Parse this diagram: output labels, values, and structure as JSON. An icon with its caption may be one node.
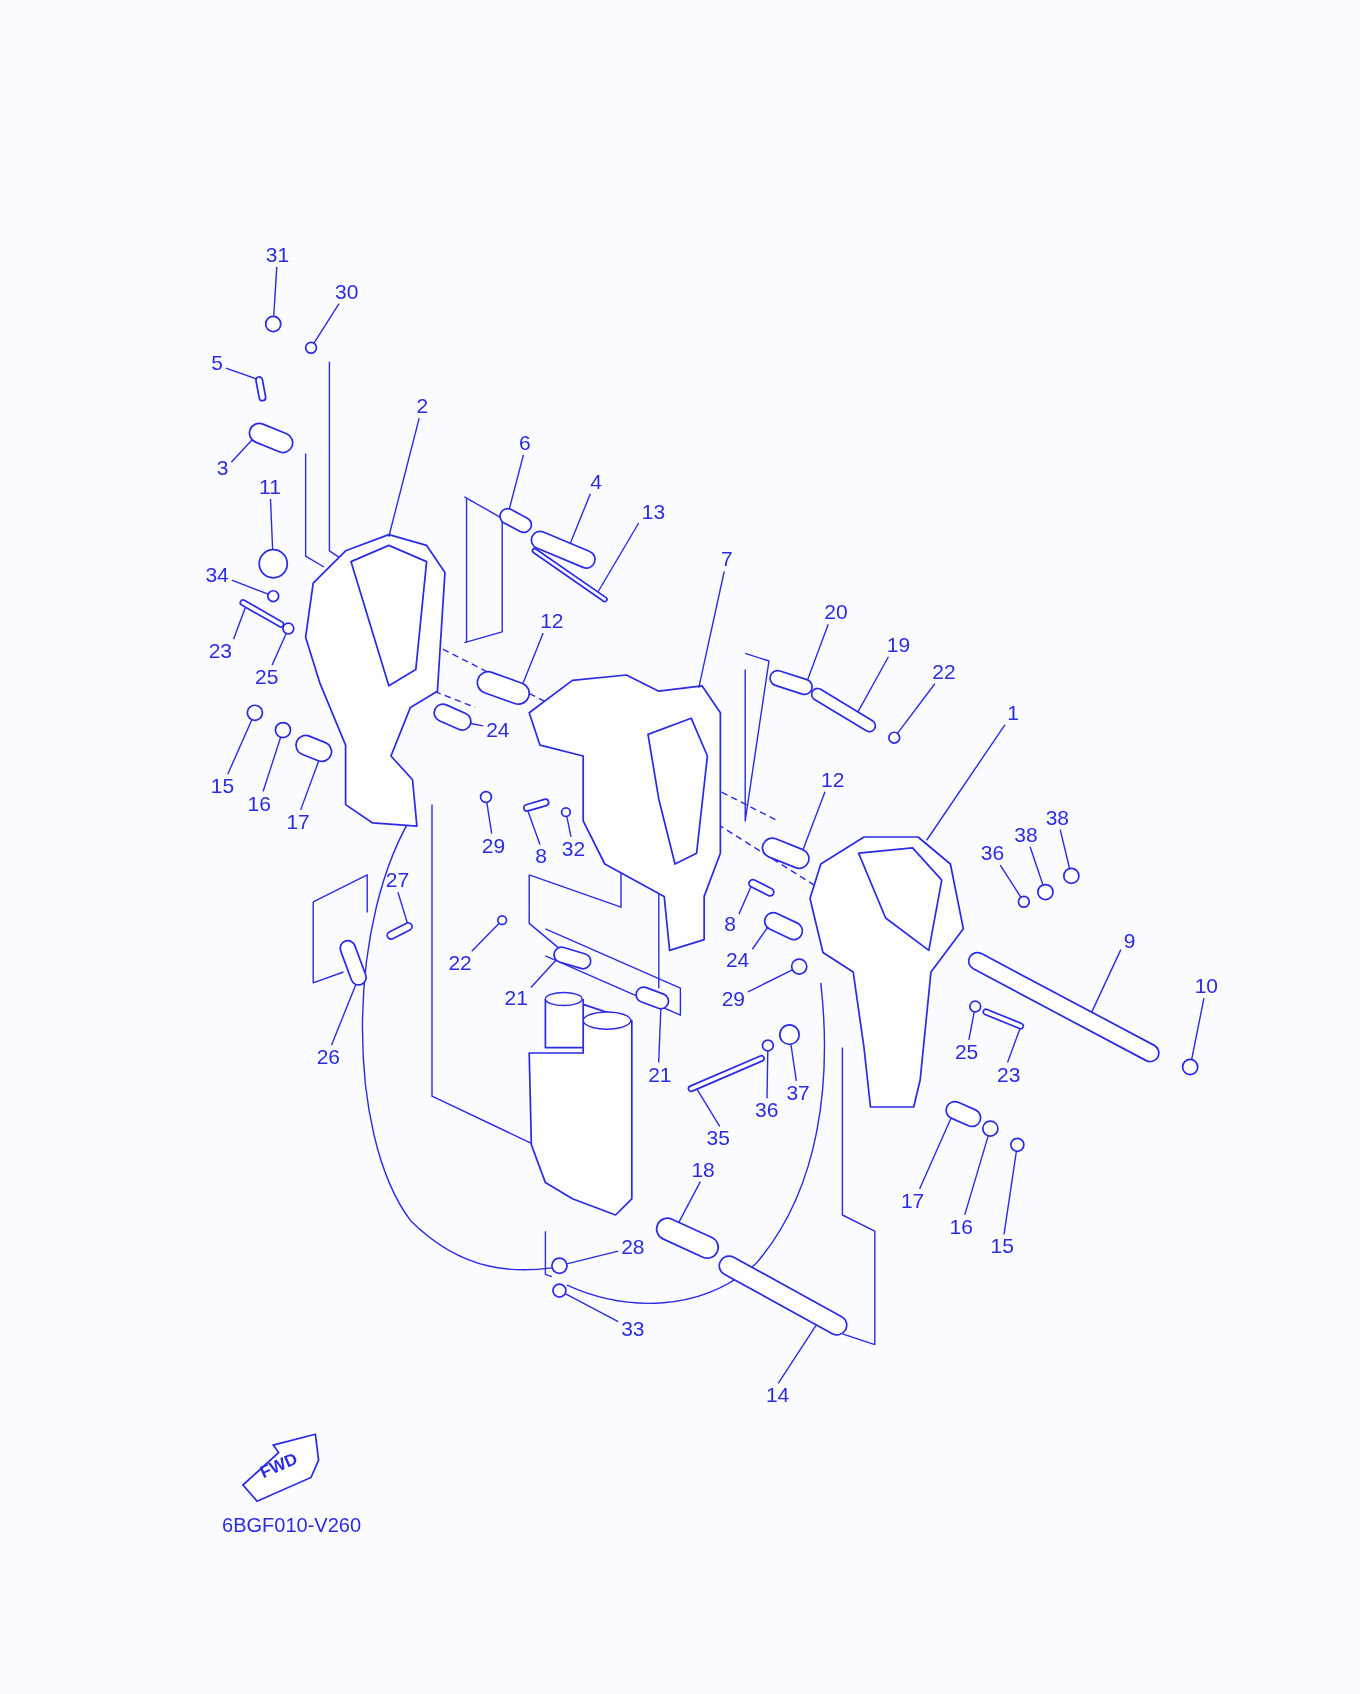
{
  "diagram": {
    "nodes": [
      {
        "text": [
          "31"
        ]
      },
      {
        "text": [
          "30"
        ]
      },
      {
        "text": [
          "5"
        ]
      },
      {
        "text": [
          "2"
        ]
      },
      {
        "text": [
          "3"
        ]
      },
      {
        "text": [
          "6"
        ]
      },
      {
        "text": [
          "4"
        ]
      },
      {
        "text": [
          "13"
        ]
      },
      {
        "text": [
          "11"
        ]
      },
      {
        "text": [
          "7"
        ]
      },
      {
        "text": [
          "34"
        ]
      },
      {
        "text": [
          "12"
        ]
      },
      {
        "text": [
          "20"
        ]
      },
      {
        "text": [
          "19"
        ]
      },
      {
        "text": [
          "22"
        ]
      },
      {
        "text": [
          "1"
        ]
      },
      {
        "text": [
          "23"
        ]
      },
      {
        "text": [
          "25"
        ]
      },
      {
        "text": [
          "24"
        ]
      },
      {
        "text": [
          "15"
        ]
      },
      {
        "text": [
          "16"
        ]
      },
      {
        "text": [
          "17"
        ]
      },
      {
        "text": [
          "12"
        ]
      },
      {
        "text": [
          "38"
        ]
      },
      {
        "text": [
          "38"
        ]
      },
      {
        "text": [
          "36"
        ]
      },
      {
        "text": [
          "29"
        ]
      },
      {
        "text": [
          "8"
        ]
      },
      {
        "text": [
          "32"
        ]
      },
      {
        "text": [
          "27"
        ]
      },
      {
        "text": [
          "8"
        ]
      },
      {
        "text": [
          "24"
        ]
      },
      {
        "text": [
          "9"
        ]
      },
      {
        "text": [
          "22"
        ]
      },
      {
        "text": [
          "10"
        ]
      },
      {
        "text": [
          "21"
        ]
      },
      {
        "text": [
          "29"
        ]
      },
      {
        "text": [
          "26"
        ]
      },
      {
        "text": [
          "25"
        ]
      },
      {
        "text": [
          "23"
        ]
      },
      {
        "text": [
          "21"
        ]
      },
      {
        "text": [
          "36"
        ]
      },
      {
        "text": [
          "37"
        ]
      },
      {
        "text": [
          "35"
        ]
      },
      {
        "text": [
          "18"
        ]
      },
      {
        "text": [
          "17"
        ]
      },
      {
        "text": [
          "16"
        ]
      },
      {
        "text": [
          "15"
        ]
      },
      {
        "text": [
          "28"
        ]
      },
      {
        "text": [
          "33"
        ]
      },
      {
        "text": [
          "14"
        ]
      },
      {
        "text": [],
        "shape": "circle"
      },
      {
        "text": [],
        "shape": "circle"
      },
      {
        "text": [],
        "shape": "cylinder"
      },
      {
        "text": [],
        "shape": "picture"
      },
      {
        "text": [],
        "shape": "cylinder"
      },
      {
        "text": [],
        "shape": "cylinder"
      },
      {
        "text": [],
        "shape": "cylinder"
      },
      {
        "text": [],
        "shape": "cylinder"
      },
      {
        "text": [],
        "shape": "circle"
      },
      {
        "text": [],
        "shape": "picture"
      },
      {
        "text": [],
        "shape": "circle"
      },
      {
        "text": [],
        "shape": "cylinder"
      },
      {
        "text": [],
        "shape": "cylinder"
      },
      {
        "text": [],
        "shape": "cylinder"
      },
      {
        "text": [],
        "shape": "circle"
      },
      {
        "text": [],
        "shape": "picture"
      },
      {
        "text": [],
        "shape": "cylinder"
      },
      {
        "text": [],
        "shape": "circle"
      },
      {
        "text": [],
        "shape": "cylinder"
      },
      {
        "text": [],
        "shape": "circle"
      },
      {
        "text": [],
        "shape": "circle"
      },
      {
        "text": [],
        "shape": "cylinder"
      },
      {
        "text": [],
        "shape": "cylinder"
      },
      {
        "text": [],
        "shape": "circle"
      },
      {
        "text": [],
        "shape": "circle"
      },
      {
        "text": [],
        "shape": "circle"
      },
      {
        "text": [],
        "shape": "circle"
      },
      {
        "text": [],
        "shape": "cylinder"
      },
      {
        "text": [],
        "shape": "circle"
      },
      {
        "text": [],
        "shape": "cylinder"
      },
      {
        "text": [],
        "shape": "cylinder"
      },
      {
        "text": [],
        "shape": "cylinder"
      },
      {
        "text": [],
        "shape": "cylinder"
      },
      {
        "text": [],
        "shape": "circle"
      },
      {
        "text": [],
        "shape": "circle"
      },
      {
        "text": [],
        "shape": "cylinder"
      },
      {
        "text": [],
        "shape": "circle"
      },
      {
        "text": [],
        "shape": "cylinder"
      },
      {
        "text": [],
        "shape": "circle"
      },
      {
        "text": [],
        "shape": "cylinder"
      },
      {
        "text": [],
        "shape": "cylinder"
      },
      {
        "text": [],
        "shape": "circle"
      },
      {
        "text": [],
        "shape": "circle"
      },
      {
        "text": [],
        "shape": "cylinder"
      },
      {
        "text": [],
        "shape": "cylinder"
      },
      {
        "text": [],
        "shape": "cylinder"
      },
      {
        "text": [],
        "shape": "circle"
      },
      {
        "text": [],
        "shape": "circle"
      },
      {
        "text": [],
        "shape": "circle"
      },
      {
        "text": [],
        "shape": "circle"
      },
      {
        "text": [],
        "shape": "cylinder"
      }
    ],
    "edges": [
      {
        "from": 0,
        "to": 51,
        "arrow": "none"
      },
      {
        "from": 1,
        "to": 52,
        "arrow": "none"
      },
      {
        "from": 2,
        "to": 53,
        "arrow": "none"
      },
      {
        "from": 3,
        "to": 54,
        "arrow": "none"
      },
      {
        "from": 4,
        "to": 55,
        "arrow": "none"
      },
      {
        "from": 5,
        "to": 56,
        "arrow": "none"
      },
      {
        "from": 6,
        "to": 57,
        "arrow": "none"
      },
      {
        "from": 7,
        "to": 58,
        "arrow": "none"
      },
      {
        "from": 8,
        "to": 59,
        "arrow": "none"
      },
      {
        "from": 9,
        "to": 60,
        "arrow": "none"
      },
      {
        "from": 10,
        "to": 61,
        "arrow": "none"
      },
      {
        "from": 11,
        "to": 62,
        "arrow": "none"
      },
      {
        "from": 12,
        "to": 63,
        "arrow": "none"
      },
      {
        "from": 13,
        "to": 64,
        "arrow": "none"
      },
      {
        "from": 14,
        "to": 65,
        "arrow": "none"
      },
      {
        "from": 15,
        "to": 66,
        "arrow": "none"
      },
      {
        "from": 16,
        "to": 67,
        "arrow": "none"
      },
      {
        "from": 17,
        "to": 68,
        "arrow": "none"
      },
      {
        "from": 18,
        "to": 69,
        "arrow": "none"
      },
      {
        "from": 19,
        "to": 70,
        "arrow": "none"
      },
      {
        "from": 20,
        "to": 71,
        "arrow": "none"
      },
      {
        "from": 21,
        "to": 72,
        "arrow": "none"
      },
      {
        "from": 22,
        "to": 73,
        "arrow": "none"
      },
      {
        "from": 23,
        "to": 74,
        "arrow": "none"
      },
      {
        "from": 24,
        "to": 75,
        "arrow": "none"
      },
      {
        "from": 25,
        "to": 76,
        "arrow": "none"
      },
      {
        "from": 26,
        "to": 77,
        "arrow": "none"
      },
      {
        "from": 27,
        "to": 78,
        "arrow": "none"
      },
      {
        "from": 28,
        "to": 79,
        "arrow": "none"
      },
      {
        "from": 29,
        "to": 80,
        "arrow": "none"
      },
      {
        "from": 30,
        "to": 81,
        "arrow": "none"
      },
      {
        "from": 31,
        "to": 82,
        "arrow": "none"
      },
      {
        "from": 32,
        "to": 83,
        "arrow": "none"
      },
      {
        "from": 33,
        "to": 84,
        "arrow": "none"
      },
      {
        "from": 34,
        "to": 85,
        "arrow": "none"
      },
      {
        "from": 35,
        "to": 86,
        "arrow": "none"
      },
      {
        "from": 36,
        "to": 87,
        "arrow": "none"
      },
      {
        "from": 37,
        "to": 88,
        "arrow": "none"
      },
      {
        "from": 38,
        "to": 89,
        "arrow": "none"
      },
      {
        "from": 39,
        "to": 90,
        "arrow": "none"
      },
      {
        "from": 40,
        "to": 91,
        "arrow": "none"
      },
      {
        "from": 41,
        "to": 92,
        "arrow": "none"
      },
      {
        "from": 42,
        "to": 93,
        "arrow": "none"
      },
      {
        "from": 43,
        "to": 94,
        "arrow": "none"
      },
      {
        "from": 44,
        "to": 95,
        "arrow": "none"
      },
      {
        "from": 45,
        "to": 96,
        "arrow": "none"
      },
      {
        "from": 46,
        "to": 97,
        "arrow": "none"
      },
      {
        "from": 47,
        "to": 98,
        "arrow": "none"
      },
      {
        "from": 48,
        "to": 99,
        "arrow": "none"
      },
      {
        "from": 49,
        "to": 100,
        "arrow": "none"
      },
      {
        "from": 50,
        "to": 101,
        "arrow": "none"
      }
    ],
    "labels": [
      "FWD",
      "6BGF010-V260"
    ]
  }
}
